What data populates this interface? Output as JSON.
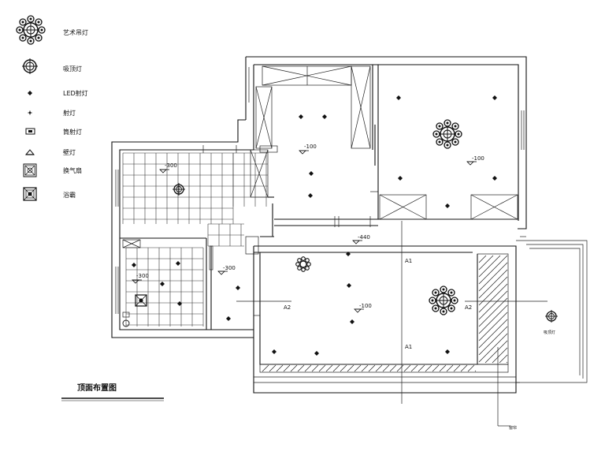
{
  "legend": [
    {
      "label": "艺术吊灯",
      "icon": "chandelier-icon"
    },
    {
      "label": "吸顶灯",
      "icon": "ceiling-lamp-icon"
    },
    {
      "label": "LED射灯",
      "icon": "led-spotlight-icon"
    },
    {
      "label": "射灯",
      "icon": "spotlight-icon"
    },
    {
      "label": "筒射灯",
      "icon": "grille-lamp-icon"
    },
    {
      "label": "壁灯",
      "icon": "wall-lamp-icon"
    },
    {
      "label": "换气扇",
      "icon": "exhaust-fan-icon"
    },
    {
      "label": "浴霸",
      "icon": "bath-heater-icon"
    }
  ],
  "plan": {
    "title": "顶面布置图",
    "elevations": {
      "bedroom_left": "-100",
      "bedroom_right": "-100",
      "kitchen": "-300",
      "bath": "-300",
      "corridor": "-300",
      "passage": "-440",
      "living": "-100"
    },
    "section_marks": {
      "a1_upper": "A1",
      "a1_lower": "A1",
      "a2_left": "A2",
      "a2_right": "A2"
    },
    "callouts": {
      "balcony_lamp": "吸顶灯",
      "curtain": "窗帘"
    }
  },
  "colors": {
    "line": "#111111",
    "background": "#ffffff"
  }
}
